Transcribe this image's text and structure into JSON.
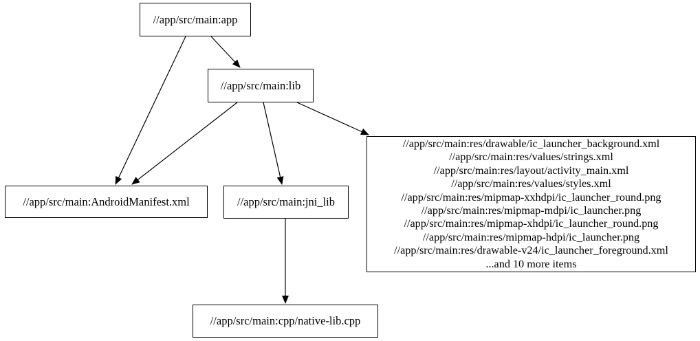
{
  "diagram": {
    "type": "dependency-graph",
    "background_color": "#ffffff",
    "node_border_color": "#000000",
    "edge_color": "#000000",
    "nodes": {
      "app": {
        "label": "//app/src/main:app"
      },
      "lib": {
        "label": "//app/src/main:lib"
      },
      "manifest": {
        "label": "//app/src/main:AndroidManifest.xml"
      },
      "jni_lib": {
        "label": "//app/src/main:jni_lib"
      },
      "res_group": {
        "lines": [
          "//app/src/main:res/drawable/ic_launcher_background.xml",
          "//app/src/main:res/values/strings.xml",
          "//app/src/main:res/layout/activity_main.xml",
          "//app/src/main:res/values/styles.xml",
          "//app/src/main:res/mipmap-xxhdpi/ic_launcher_round.png",
          "//app/src/main:res/mipmap-mdpi/ic_launcher.png",
          "//app/src/main:res/mipmap-xhdpi/ic_launcher_round.png",
          "//app/src/main:res/mipmap-hdpi/ic_launcher.png",
          "//app/src/main:res/drawable-v24/ic_launcher_foreground.xml",
          "...and 10 more items"
        ]
      },
      "native_cpp": {
        "label": "//app/src/main:cpp/native-lib.cpp"
      }
    },
    "edges": [
      {
        "from": "app",
        "to": "lib"
      },
      {
        "from": "app",
        "to": "manifest"
      },
      {
        "from": "lib",
        "to": "manifest"
      },
      {
        "from": "lib",
        "to": "jni_lib"
      },
      {
        "from": "lib",
        "to": "res_group"
      },
      {
        "from": "jni_lib",
        "to": "native_cpp"
      }
    ]
  }
}
